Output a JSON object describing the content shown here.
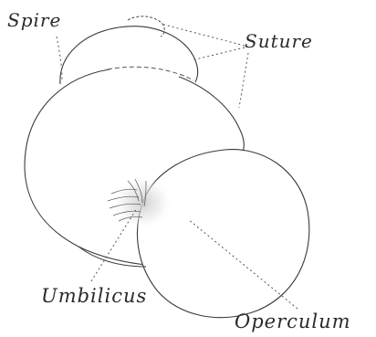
{
  "figure": {
    "background": "#ffffff",
    "ink_color": "#2a2a2a",
    "labels": {
      "spire": "Spire",
      "suture": "Suture",
      "umbilicus": "Umbilicus",
      "operculum": "Operculum"
    }
  }
}
